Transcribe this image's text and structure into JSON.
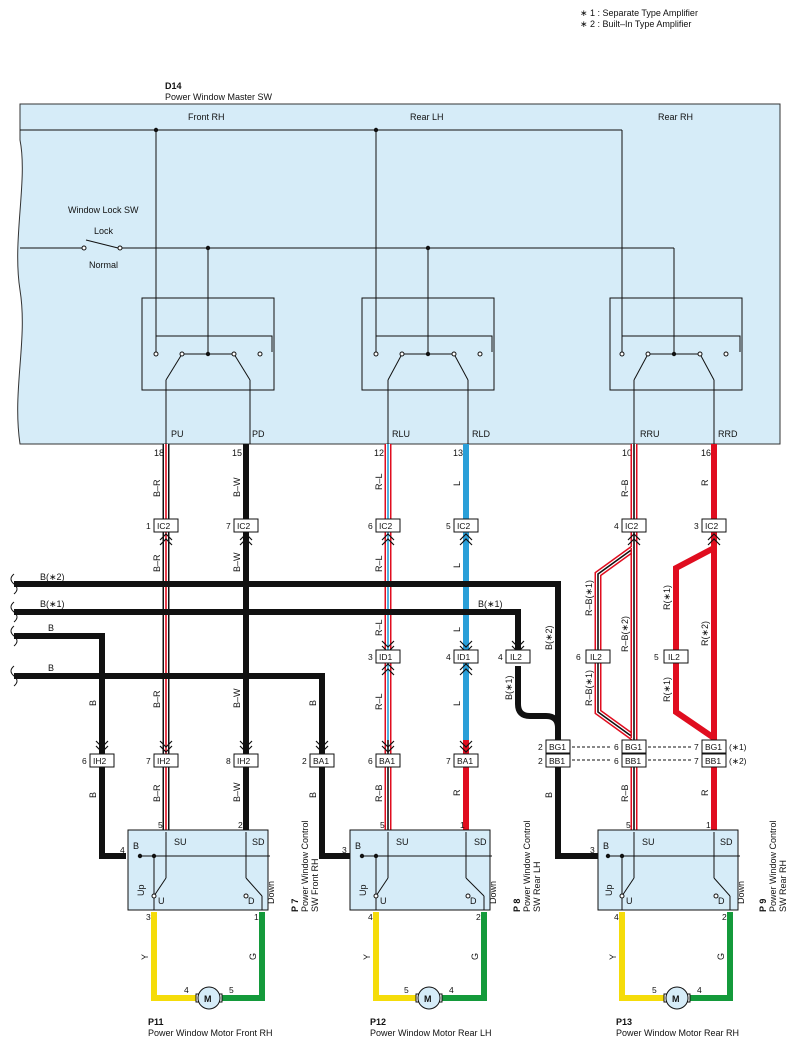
{
  "notes": [
    "∗ 1 : Separate Type Amplifier",
    "∗ 2 : Built–In Type Amplifier"
  ],
  "master": {
    "code": "D14",
    "name": "Power Window Master SW",
    "sections": [
      "Front RH",
      "Rear LH",
      "Rear RH"
    ],
    "lock_sw": {
      "title": "Window Lock SW",
      "lock": "Lock",
      "normal": "Normal"
    },
    "terminals": [
      {
        "label": "PU",
        "pin": "18"
      },
      {
        "label": "PD",
        "pin": "15"
      },
      {
        "label": "RLU",
        "pin": "12"
      },
      {
        "label": "RLD",
        "pin": "13"
      },
      {
        "label": "RRU",
        "pin": "10"
      },
      {
        "label": "RRD",
        "pin": "16"
      }
    ]
  },
  "wires": {
    "pu": "B–R",
    "pd": "B–W",
    "rlu": "R–L",
    "rld": "L",
    "rru": "R–B",
    "rrd": "R",
    "rlu_low": "R–B",
    "rld_low": "R",
    "rru_low": "R–B",
    "rrd_low": "R",
    "rru_1": "R–B(∗1)",
    "rru_2": "R–B(∗2)",
    "rrd_1": "R(∗1)",
    "rrd_2": "R(∗2)",
    "b": "B",
    "b1": "B(∗1)",
    "b2": "B(∗2)",
    "y": "Y",
    "g": "G"
  },
  "connectors": {
    "ic2": [
      {
        "code": "IC2",
        "pin": "1"
      },
      {
        "code": "IC2",
        "pin": "7"
      },
      {
        "code": "IC2",
        "pin": "6"
      },
      {
        "code": "IC2",
        "pin": "5"
      },
      {
        "code": "IC2",
        "pin": "4"
      },
      {
        "code": "IC2",
        "pin": "3"
      }
    ],
    "id1": [
      {
        "code": "ID1",
        "pin": "3"
      },
      {
        "code": "ID1",
        "pin": "4"
      }
    ],
    "il2": [
      {
        "code": "IL2",
        "pin": "4"
      },
      {
        "code": "IL2",
        "pin": "6"
      },
      {
        "code": "IL2",
        "pin": "5"
      }
    ],
    "ih2": [
      {
        "code": "IH2",
        "pin": "6"
      },
      {
        "code": "IH2",
        "pin": "7"
      },
      {
        "code": "IH2",
        "pin": "8"
      }
    ],
    "ba1": [
      {
        "code": "BA1",
        "pin": "2"
      },
      {
        "code": "BA1",
        "pin": "6"
      },
      {
        "code": "BA1",
        "pin": "7"
      }
    ],
    "bg1": [
      {
        "code": "BG1",
        "pin": "2"
      },
      {
        "code": "BG1",
        "pin": "6"
      },
      {
        "code": "BG1",
        "pin": "7"
      }
    ],
    "bb1": [
      {
        "code": "BB1",
        "pin": "2"
      },
      {
        "code": "BB1",
        "pin": "6"
      },
      {
        "code": "BB1",
        "pin": "7"
      }
    ],
    "right_notes": [
      "(∗1)",
      "(∗2)"
    ]
  },
  "controls": [
    {
      "code": "P 7",
      "name1": "Power Window Control",
      "name2": "SW Front RH",
      "pins": {
        "b": "4",
        "su": "5",
        "sd": "2",
        "u": "3",
        "d": "1"
      }
    },
    {
      "code": "P 8",
      "name1": "Power Window Control",
      "name2": "SW Rear LH",
      "pins": {
        "b": "3",
        "su": "5",
        "sd": "1",
        "u": "4",
        "d": "2"
      }
    },
    {
      "code": "P 9",
      "name1": "Power Window Control",
      "name2": "SW Rear RH",
      "pins": {
        "b": "3",
        "su": "5",
        "sd": "1",
        "u": "4",
        "d": "2"
      }
    }
  ],
  "control_labels": {
    "b": "B",
    "su": "SU",
    "sd": "SD",
    "u": "U",
    "d": "D",
    "up": "Up",
    "down": "Down"
  },
  "motors": [
    {
      "code": "P11",
      "name": "Power Window Motor Front RH",
      "pin_l": "4",
      "pin_r": "5"
    },
    {
      "code": "P12",
      "name": "Power Window Motor Rear LH",
      "pin_l": "5",
      "pin_r": "4"
    },
    {
      "code": "P13",
      "name": "Power Window Motor Rear RH",
      "pin_l": "5",
      "pin_r": "4"
    }
  ],
  "motor_symbol": "M",
  "colors": {
    "panel": "#d6ecf8",
    "black": "#111111",
    "red": "#e00d1f",
    "blue": "#2a9fd8",
    "yellow": "#f5dc0a",
    "green": "#149a3b",
    "white": "#ffffff"
  }
}
